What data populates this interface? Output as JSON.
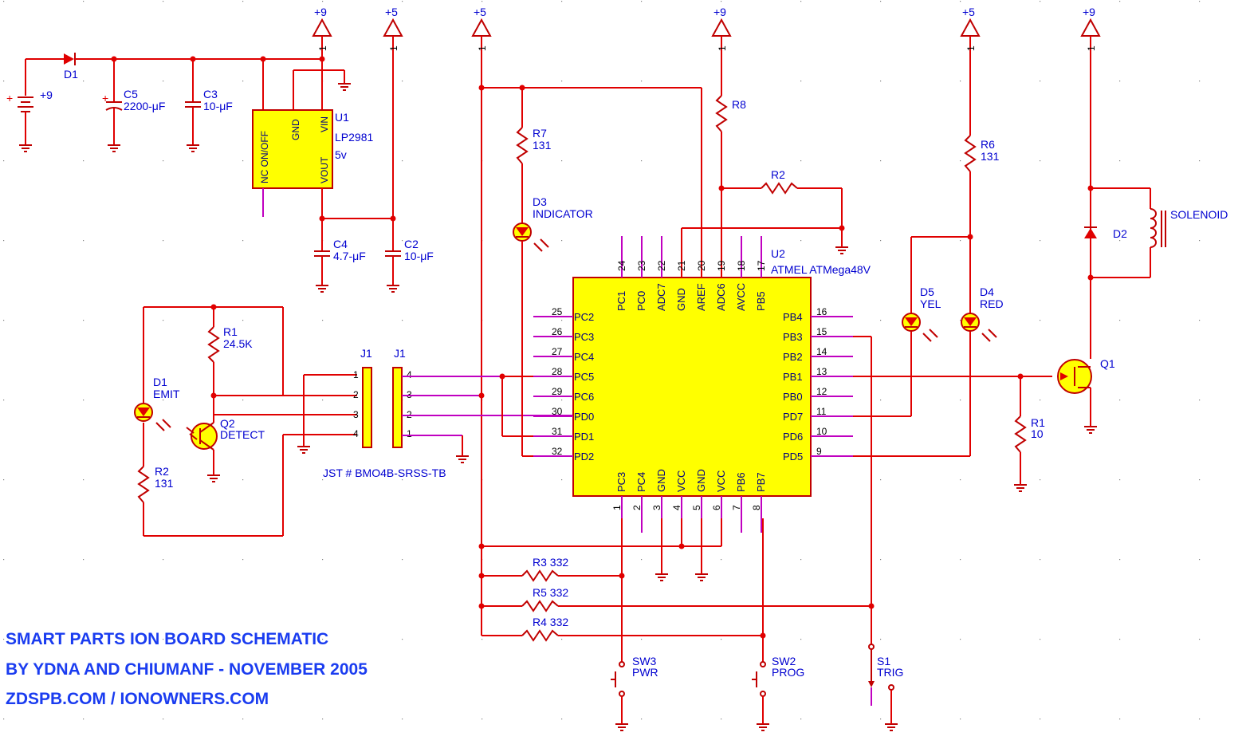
{
  "title": {
    "line1": "SMART PARTS ION BOARD SCHEMATIC",
    "line2": "BY YDNA AND CHIUMANF - NOVEMBER 2005",
    "line3": "ZDSPB.COM / IONOWNERS.COM"
  },
  "supplies": {
    "p9": "+9",
    "p5": "+5",
    "pin1": "1"
  },
  "battery": {
    "voltage": "+9",
    "plus": "+"
  },
  "components": {
    "D1_power": "D1",
    "C5": {
      "ref": "C5",
      "value": "2200-μF"
    },
    "C3": {
      "ref": "C3",
      "value": "10-μF"
    },
    "C4": {
      "ref": "C4",
      "value": "4.7-μF"
    },
    "C2": {
      "ref": "C2",
      "value": "10-μF"
    },
    "U1": {
      "ref": "U1",
      "part": "LP2981",
      "volt": "5v",
      "pins": [
        "NC ON/OFF",
        "GND",
        "VIN",
        "VOUT"
      ]
    },
    "R1_top": {
      "ref": "R1",
      "value": "24.5K"
    },
    "R2_left": {
      "ref": "R2",
      "value": "131"
    },
    "D1_emit": {
      "ref": "D1",
      "value": "EMIT"
    },
    "Q2": {
      "ref": "Q2",
      "value": "DETECT"
    },
    "J1": "J1",
    "jst": "JST # BMO4B-SRSS-TB",
    "R7": {
      "ref": "R7",
      "value": "131"
    },
    "D3": {
      "ref": "D3",
      "value": "INDICATOR"
    },
    "R8": "R8",
    "R2_mid": "R2",
    "U2": {
      "ref": "U2",
      "part": "ATMEL ATMega48V"
    },
    "R6": {
      "ref": "R6",
      "value": "131"
    },
    "D5": {
      "ref": "D5",
      "value": "YEL"
    },
    "D4": {
      "ref": "D4",
      "value": "RED"
    },
    "D2": "D2",
    "solenoid": "SOLENOID",
    "Q1": "Q1",
    "R1_gate": {
      "ref": "R1",
      "value": "10"
    },
    "R3": "R3 332",
    "R5": "R5 332",
    "R4": "R4 332",
    "SW3": {
      "ref": "SW3",
      "value": "PWR"
    },
    "SW2": {
      "ref": "SW2",
      "value": "PROG"
    },
    "S1": {
      "ref": "S1",
      "value": "TRIG"
    }
  },
  "ic": {
    "top": [
      {
        "n": "24",
        "l": "PC1"
      },
      {
        "n": "23",
        "l": "PC0"
      },
      {
        "n": "22",
        "l": "ADC7"
      },
      {
        "n": "21",
        "l": "GND"
      },
      {
        "n": "20",
        "l": "AREF"
      },
      {
        "n": "19",
        "l": "ADC6"
      },
      {
        "n": "18",
        "l": "AVCC"
      },
      {
        "n": "17",
        "l": "PB5"
      }
    ],
    "bottom": [
      {
        "n": "1",
        "l": "PC3"
      },
      {
        "n": "2",
        "l": "PC4"
      },
      {
        "n": "3",
        "l": "GND"
      },
      {
        "n": "4",
        "l": "VCC"
      },
      {
        "n": "5",
        "l": "GND"
      },
      {
        "n": "6",
        "l": "VCC"
      },
      {
        "n": "7",
        "l": "PB6"
      },
      {
        "n": "8",
        "l": "PB7"
      }
    ],
    "left": [
      {
        "n": "25",
        "l": "PC2"
      },
      {
        "n": "26",
        "l": "PC3"
      },
      {
        "n": "27",
        "l": "PC4"
      },
      {
        "n": "28",
        "l": "PC5"
      },
      {
        "n": "29",
        "l": "PC6"
      },
      {
        "n": "30",
        "l": "PD0"
      },
      {
        "n": "31",
        "l": "PD1"
      },
      {
        "n": "32",
        "l": "PD2"
      }
    ],
    "right": [
      {
        "n": "16",
        "l": "PB4"
      },
      {
        "n": "15",
        "l": "PB3"
      },
      {
        "n": "14",
        "l": "PB2"
      },
      {
        "n": "13",
        "l": "PB1"
      },
      {
        "n": "12",
        "l": "PB0"
      },
      {
        "n": "11",
        "l": "PD7"
      },
      {
        "n": "10",
        "l": "PD6"
      },
      {
        "n": "9",
        "l": "PD5"
      }
    ]
  },
  "j1_pins": {
    "left": [
      "1",
      "2",
      "3",
      "4"
    ],
    "right": [
      "4",
      "3",
      "2",
      "1"
    ]
  }
}
